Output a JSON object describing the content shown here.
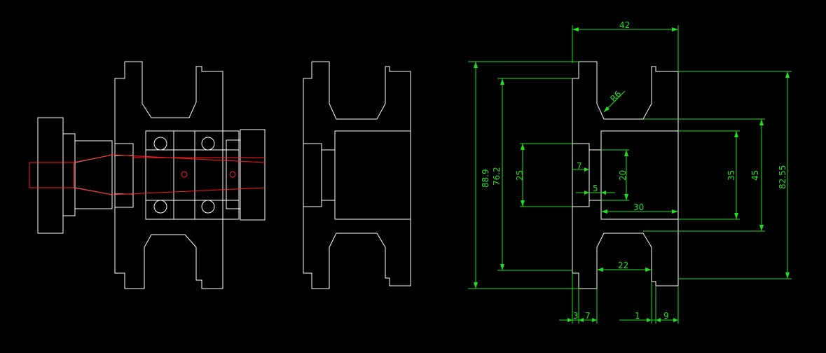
{
  "colors": {
    "background": "#000000",
    "outline": "#ffffff",
    "centerline": "#ff1f1f",
    "dimension": "#22dd22"
  },
  "dimensions": {
    "top_width": "42",
    "radius": "R6",
    "outer_height": "88.9",
    "inner_height": "76.2",
    "bore_left": "25",
    "step_small": "7",
    "step_width": "5",
    "shaft_dia": "20",
    "shaft_len": "30",
    "hub_height": "35",
    "hub_outer": "45",
    "right_height": "82.55",
    "groove_width": "22",
    "bottom_3": "3",
    "bottom_7": "7",
    "bottom_1": "1",
    "bottom_9": "9"
  }
}
